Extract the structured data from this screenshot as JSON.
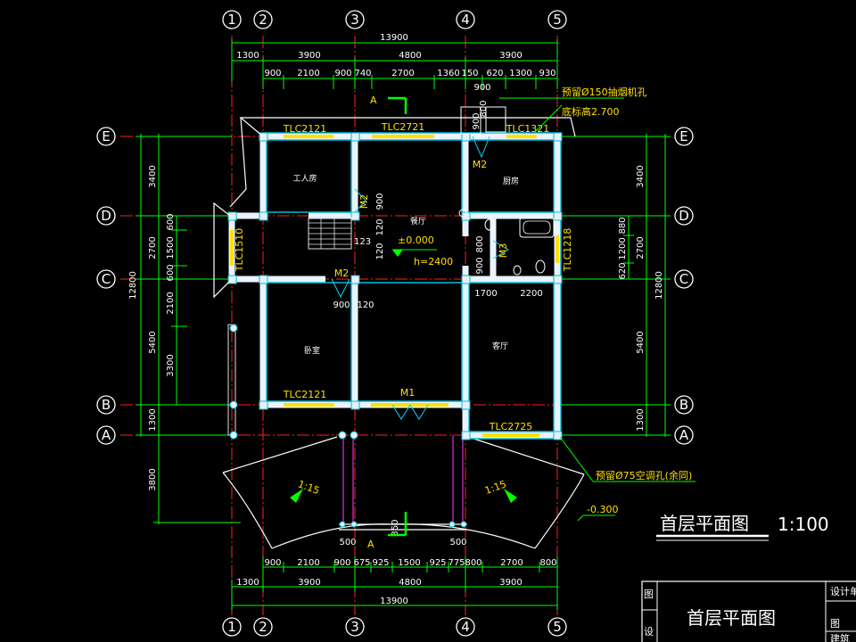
{
  "drawing": {
    "title": "首层平面图",
    "scale": "1:100",
    "title_block": {
      "big_title": "首层平面图",
      "c1": "图",
      "c2": "设",
      "right_top": "设计单",
      "right_mid": "图",
      "right_bottom": "建筑"
    }
  },
  "axes": {
    "vertical": [
      "1",
      "2",
      "3",
      "4",
      "5"
    ],
    "horizontal": [
      "E",
      "D",
      "C",
      "B",
      "A"
    ]
  },
  "dims": {
    "top_total": "13900",
    "top_row2": [
      "1300",
      "3900",
      "4800",
      "3900"
    ],
    "top_row3": [
      "900",
      "2100",
      "900",
      "740",
      "2700",
      "1360",
      "150",
      "620",
      "1300",
      "930"
    ],
    "top_small": "900",
    "bottom_row1": [
      "900",
      "2100",
      "900",
      "675",
      "925",
      "1500",
      "925",
      "775",
      "800",
      "2700",
      "800"
    ],
    "bottom_row2": [
      "1300",
      "3900",
      "4800",
      "3900"
    ],
    "bottom_total": "13900",
    "left_outer": [
      "3400",
      "2700",
      "2100",
      "5400",
      "1300",
      "3800"
    ],
    "left_inner": [
      "600",
      "1500",
      "600",
      "3300"
    ],
    "left_total": "12800",
    "right_outer": [
      "3400",
      "2700",
      "5400",
      "1300"
    ],
    "right_inner": [
      "880",
      "1200",
      "620"
    ],
    "right_total": "12800"
  },
  "rooms": {
    "servant": "工人房",
    "kitchen": "厨房",
    "dining": "餐厅",
    "bedroom": "卧室",
    "living": "客厅"
  },
  "labels": {
    "tlc2121_top": "TLC2121",
    "tlc2721": "TLC2721",
    "tlc1321": "TLC1321",
    "tlc1510": "TLC1510",
    "tlc1218": "TLC1218",
    "tlc2121_bot": "TLC2121",
    "tlc2725": "TLC2725",
    "m2_a": "M2",
    "m2_b": "M2",
    "m2_c": "M2",
    "m3": "M3",
    "m1": "M1",
    "elev": "±0.000",
    "height": "h=2400",
    "stair_no": "123",
    "d900_a": "900",
    "d120_a": "120",
    "d900_b": "900",
    "d900_c": "900",
    "d120_c": "120",
    "d800": "800",
    "d1700": "1700",
    "d2200": "2200",
    "d900_top": "900",
    "d800_top": "800",
    "d500_l": "500",
    "d500_r": "500",
    "d350": "350",
    "d120_b": "120",
    "section": "A",
    "slope": "1:15",
    "terrace_elev": "-0.300"
  },
  "notes": {
    "note1_line1": "预留Ø150抽烟机孔",
    "note1_line2": "底标高2.700",
    "note2": "预留Ø75空调孔(余同)"
  }
}
